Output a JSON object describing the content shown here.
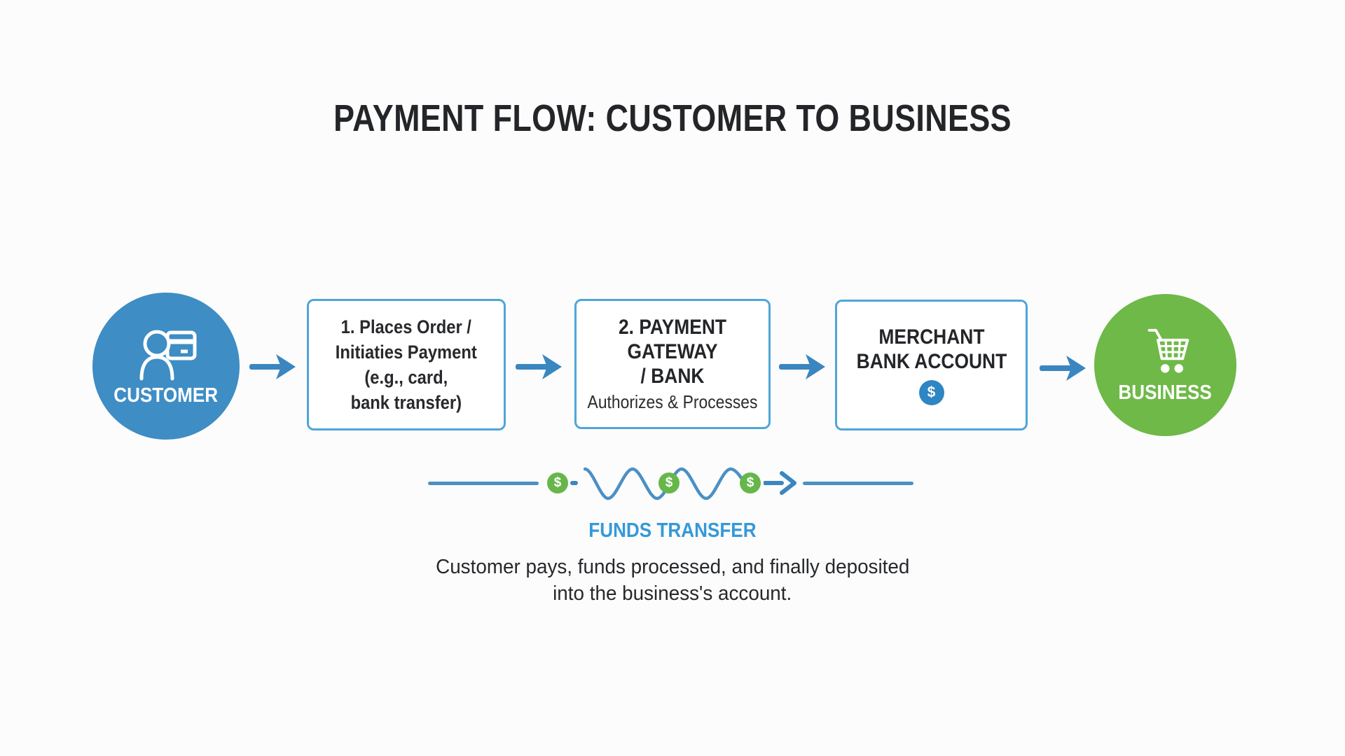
{
  "title": "PAYMENT FLOW: CUSTOMER TO BUSINESS",
  "flow": {
    "customer": {
      "label": "CUSTOMER",
      "icon": "person-credit-card-icon"
    },
    "step1": {
      "lines": [
        "1. Places Order /",
        "Initiaties Payment",
        "(e.g., card,",
        "bank transfer)"
      ]
    },
    "gateway": {
      "lines": [
        "2. PAYMENT",
        "GATEWAY",
        "/ BANK"
      ],
      "subtitle": "Authorizes & Processes"
    },
    "merchant": {
      "lines": [
        "MERCHANT",
        "BANK ACCOUNT"
      ],
      "icon": "dollar-coin-icon",
      "dollar_symbol": "$"
    },
    "business": {
      "label": "BUSINESS",
      "icon": "shopping-cart-icon"
    }
  },
  "funds_transfer": {
    "label": "FUNDS TRANSFER",
    "coin_icon": "dollar-coin-icon",
    "dollar_symbol": "$",
    "caption_lines": [
      "Customer pays, funds processed, and finally deposited",
      "into the business's account."
    ]
  },
  "colors": {
    "customer_blue": "#3e8dc5",
    "business_green": "#6eb947",
    "coin_green": "#67b64a",
    "box_border_blue": "#4fa6d8",
    "arrow_blue": "#3a86c0",
    "wave_blue": "#4a90c5",
    "funds_label_blue": "#3599d8",
    "merchant_coin_blue": "#2e86c3",
    "text_dark": "#232528"
  }
}
